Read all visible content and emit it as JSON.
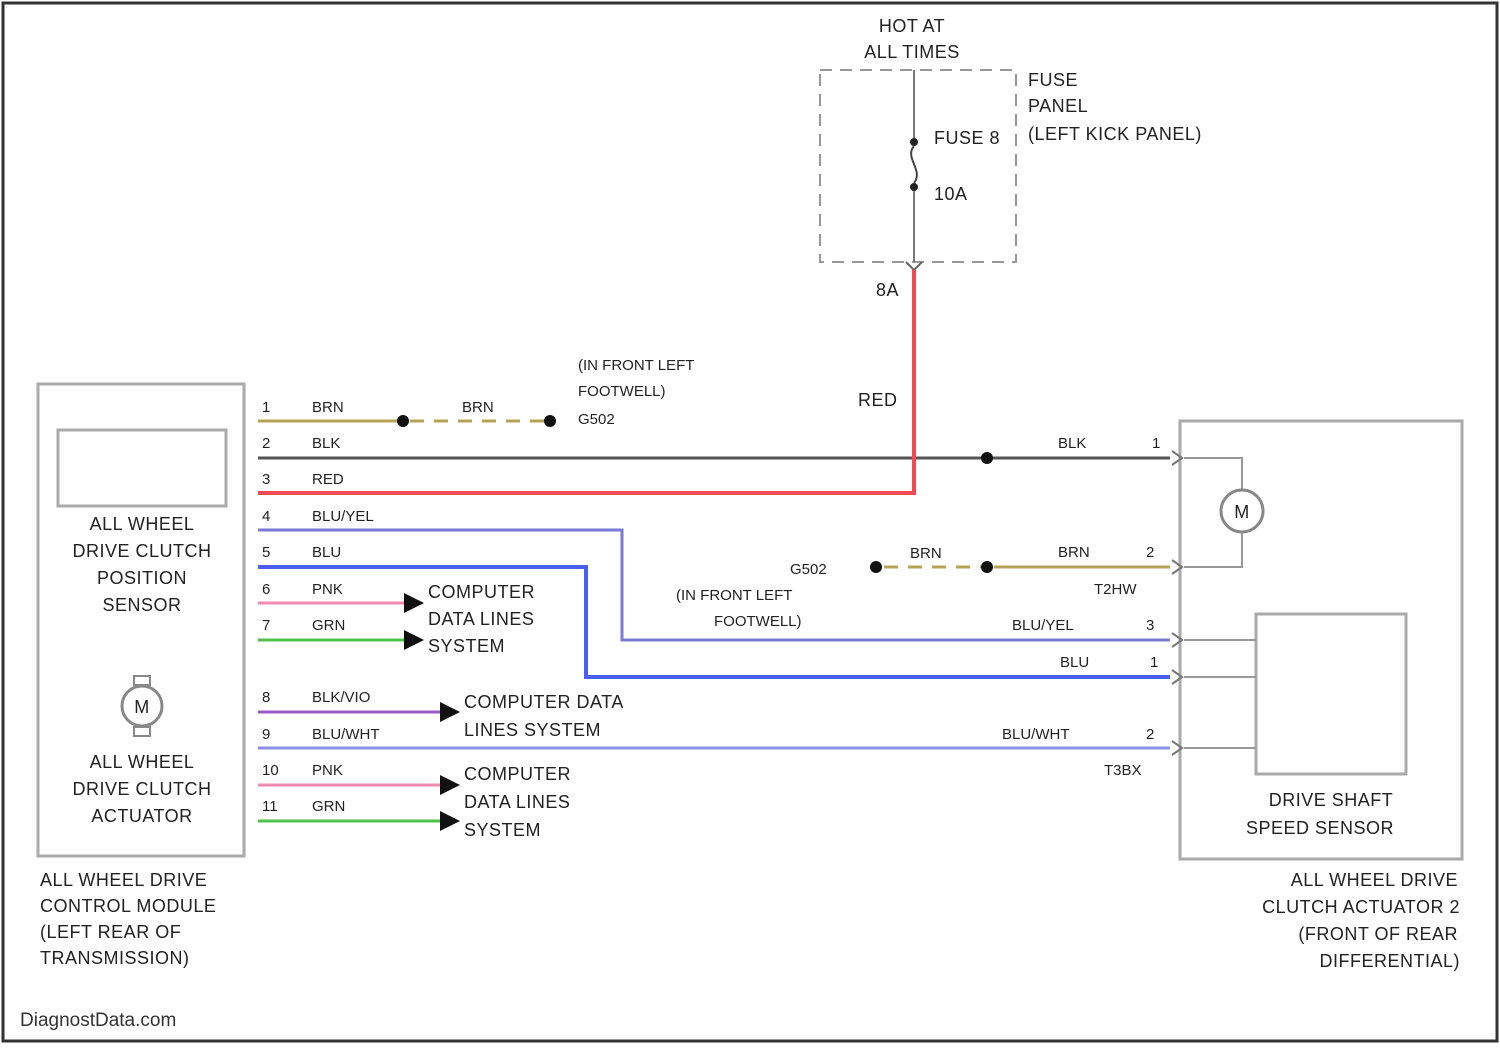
{
  "colors": {
    "BRN": "#b8a255",
    "BLK": "#555555",
    "RED": "#f04a55",
    "BLU": "#4a5ef0",
    "BLU_YEL": "#7a7ad8",
    "PNK": "#f08ab0",
    "GRN": "#4cc24a",
    "BLU_VIO": "#9a5ac8",
    "BLU_WHT": "#8a90e8",
    "border": "#9a9a9a"
  },
  "top": {
    "hot_line1": "HOT AT",
    "hot_line2": "ALL TIMES",
    "fuse_panel_line1": "FUSE",
    "fuse_panel_line2": "PANEL",
    "fuse_panel_line3": "(LEFT KICK PANEL)",
    "fuse_name": "FUSE 8",
    "fuse_rating": "10A",
    "connector": "8A",
    "red_label": "RED"
  },
  "left_module": {
    "sensor_line1": "ALL WHEEL",
    "sensor_line2": "DRIVE CLUTCH",
    "sensor_line3": "POSITION",
    "sensor_line4": "SENSOR",
    "motor_symbol": "M",
    "actuator_line1": "ALL WHEEL",
    "actuator_line2": "DRIVE CLUTCH",
    "actuator_line3": "ACTUATOR",
    "caption_line1": "ALL WHEEL DRIVE",
    "caption_line2": "CONTROL MODULE",
    "caption_line3": "(LEFT REAR OF",
    "caption_line4": "TRANSMISSION)"
  },
  "pins": [
    {
      "num": "1",
      "wire": "BRN"
    },
    {
      "num": "2",
      "wire": "BLK"
    },
    {
      "num": "3",
      "wire": "RED"
    },
    {
      "num": "4",
      "wire": "BLU/YEL"
    },
    {
      "num": "5",
      "wire": "BLU"
    },
    {
      "num": "6",
      "wire": "PNK"
    },
    {
      "num": "7",
      "wire": "GRN"
    },
    {
      "num": "8",
      "wire": "BLK/VIO"
    },
    {
      "num": "9",
      "wire": "BLU/WHT"
    },
    {
      "num": "10",
      "wire": "PNK"
    },
    {
      "num": "11",
      "wire": "GRN"
    }
  ],
  "ground_top": {
    "wire_label": "BRN",
    "label_line1": "(IN FRONT LEFT",
    "label_line2": "FOOTWELL)",
    "label_line3": "G502"
  },
  "ground_mid": {
    "g_label": "G502",
    "wire_label": "BRN",
    "label_line1": "(IN FRONT LEFT",
    "label_line2": "FOOTWELL)"
  },
  "data_lines": {
    "a_line1": "COMPUTER",
    "a_line2": "DATA LINES",
    "a_line3": "SYSTEM",
    "b_line1": "COMPUTER DATA",
    "b_line2": "LINES SYSTEM",
    "c_line1": "COMPUTER",
    "c_line2": "DATA LINES",
    "c_line3": "SYSTEM"
  },
  "right_module": {
    "blk_label": "BLK",
    "blk_pin": "1",
    "brn_label": "BRN",
    "brn_pin": "2",
    "connector1": "T2HW",
    "motor_symbol": "M",
    "bluyel_label": "BLU/YEL",
    "bluyel_pin": "3",
    "blu_label": "BLU",
    "blu_pin": "1",
    "bluwht_label": "BLU/WHT",
    "bluwht_pin": "2",
    "connector2": "T3BX",
    "sensor_line1": "DRIVE SHAFT",
    "sensor_line2": "SPEED SENSOR",
    "caption_line1": "ALL WHEEL DRIVE",
    "caption_line2": "CLUTCH ACTUATOR 2",
    "caption_line3": "(FRONT OF REAR",
    "caption_line4": "DIFFERENTIAL)"
  },
  "watermark": "DiagnostData.com"
}
